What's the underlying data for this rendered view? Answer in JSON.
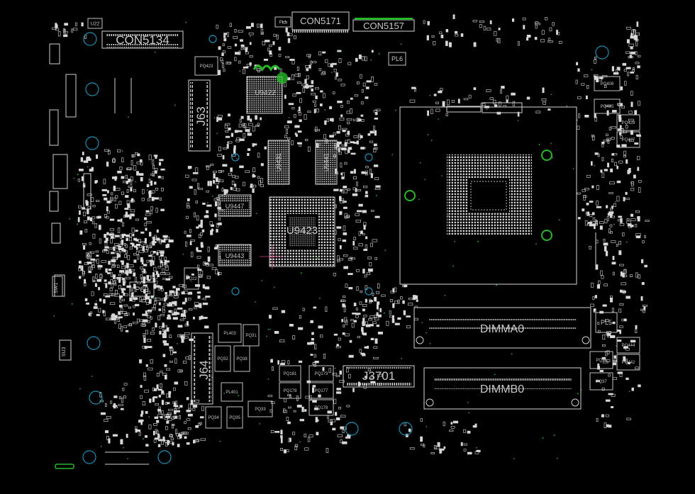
{
  "board": {
    "title": "",
    "connectors": [
      {
        "id": "con5134",
        "label": "CON5134"
      },
      {
        "id": "con5171",
        "label": "CON5171"
      },
      {
        "id": "con5157",
        "label": "CON5157"
      },
      {
        "id": "j63",
        "label": "J63"
      },
      {
        "id": "j64",
        "label": "J64"
      },
      {
        "id": "j3701",
        "label": "J3701"
      },
      {
        "id": "dimma0",
        "label": "DIMMA0"
      },
      {
        "id": "dimmb0",
        "label": "DIMMB0"
      }
    ],
    "chips": [
      {
        "id": "u9422",
        "label": "U9422"
      },
      {
        "id": "u9423",
        "label": "U9423"
      },
      {
        "id": "u9447",
        "label": "U9447"
      },
      {
        "id": "u9443",
        "label": "U9443"
      },
      {
        "id": "u9431",
        "label": "U9431"
      },
      {
        "id": "u9441",
        "label": "U9441"
      },
      {
        "id": "u22",
        "label": "U22"
      }
    ],
    "parts": [
      {
        "id": "p69",
        "label": "P69"
      },
      {
        "id": "pl5",
        "label": "PL5"
      },
      {
        "id": "pl6",
        "label": "PL6"
      },
      {
        "id": "pl1",
        "label": "PL1"
      },
      {
        "id": "pl403",
        "label": "PL403"
      },
      {
        "id": "pl401",
        "label": "PL401"
      },
      {
        "id": "sw1",
        "label": "SW1"
      },
      {
        "id": "su3",
        "label": "SU3"
      },
      {
        "id": "pq444",
        "label": "PQ444"
      },
      {
        "id": "pq442",
        "label": "PQ442"
      },
      {
        "id": "pq36",
        "label": "PQ36"
      },
      {
        "id": "pq37",
        "label": "PQ37"
      },
      {
        "id": "pq428",
        "label": "PQ428"
      },
      {
        "id": "pq427",
        "label": "PQ427"
      },
      {
        "id": "pq408",
        "label": "PQ408"
      },
      {
        "id": "pq405",
        "label": "PQ405"
      },
      {
        "id": "pq173",
        "label": "PQ173"
      },
      {
        "id": "pq177",
        "label": "PQ177"
      },
      {
        "id": "pq178",
        "label": "PQ178"
      },
      {
        "id": "pq179",
        "label": "PQ179"
      },
      {
        "id": "pq181",
        "label": "PQ181"
      },
      {
        "id": "pq33",
        "label": "PQ33"
      },
      {
        "id": "pq32",
        "label": "PQ32"
      },
      {
        "id": "pq38",
        "label": "PQ38"
      },
      {
        "id": "pq34",
        "label": "PQ34"
      },
      {
        "id": "pq35",
        "label": "PQ35"
      },
      {
        "id": "pq31",
        "label": "PQ31"
      },
      {
        "id": "pq423",
        "label": "PQ423"
      },
      {
        "id": "pq22",
        "label": "PQ22"
      }
    ]
  },
  "colors": {
    "background": "#000000",
    "outline": "#d6d6d6",
    "label": "#c8c8c8",
    "hole": "#1f8fb5",
    "green": "#27b827",
    "pink": "#d43f86"
  }
}
